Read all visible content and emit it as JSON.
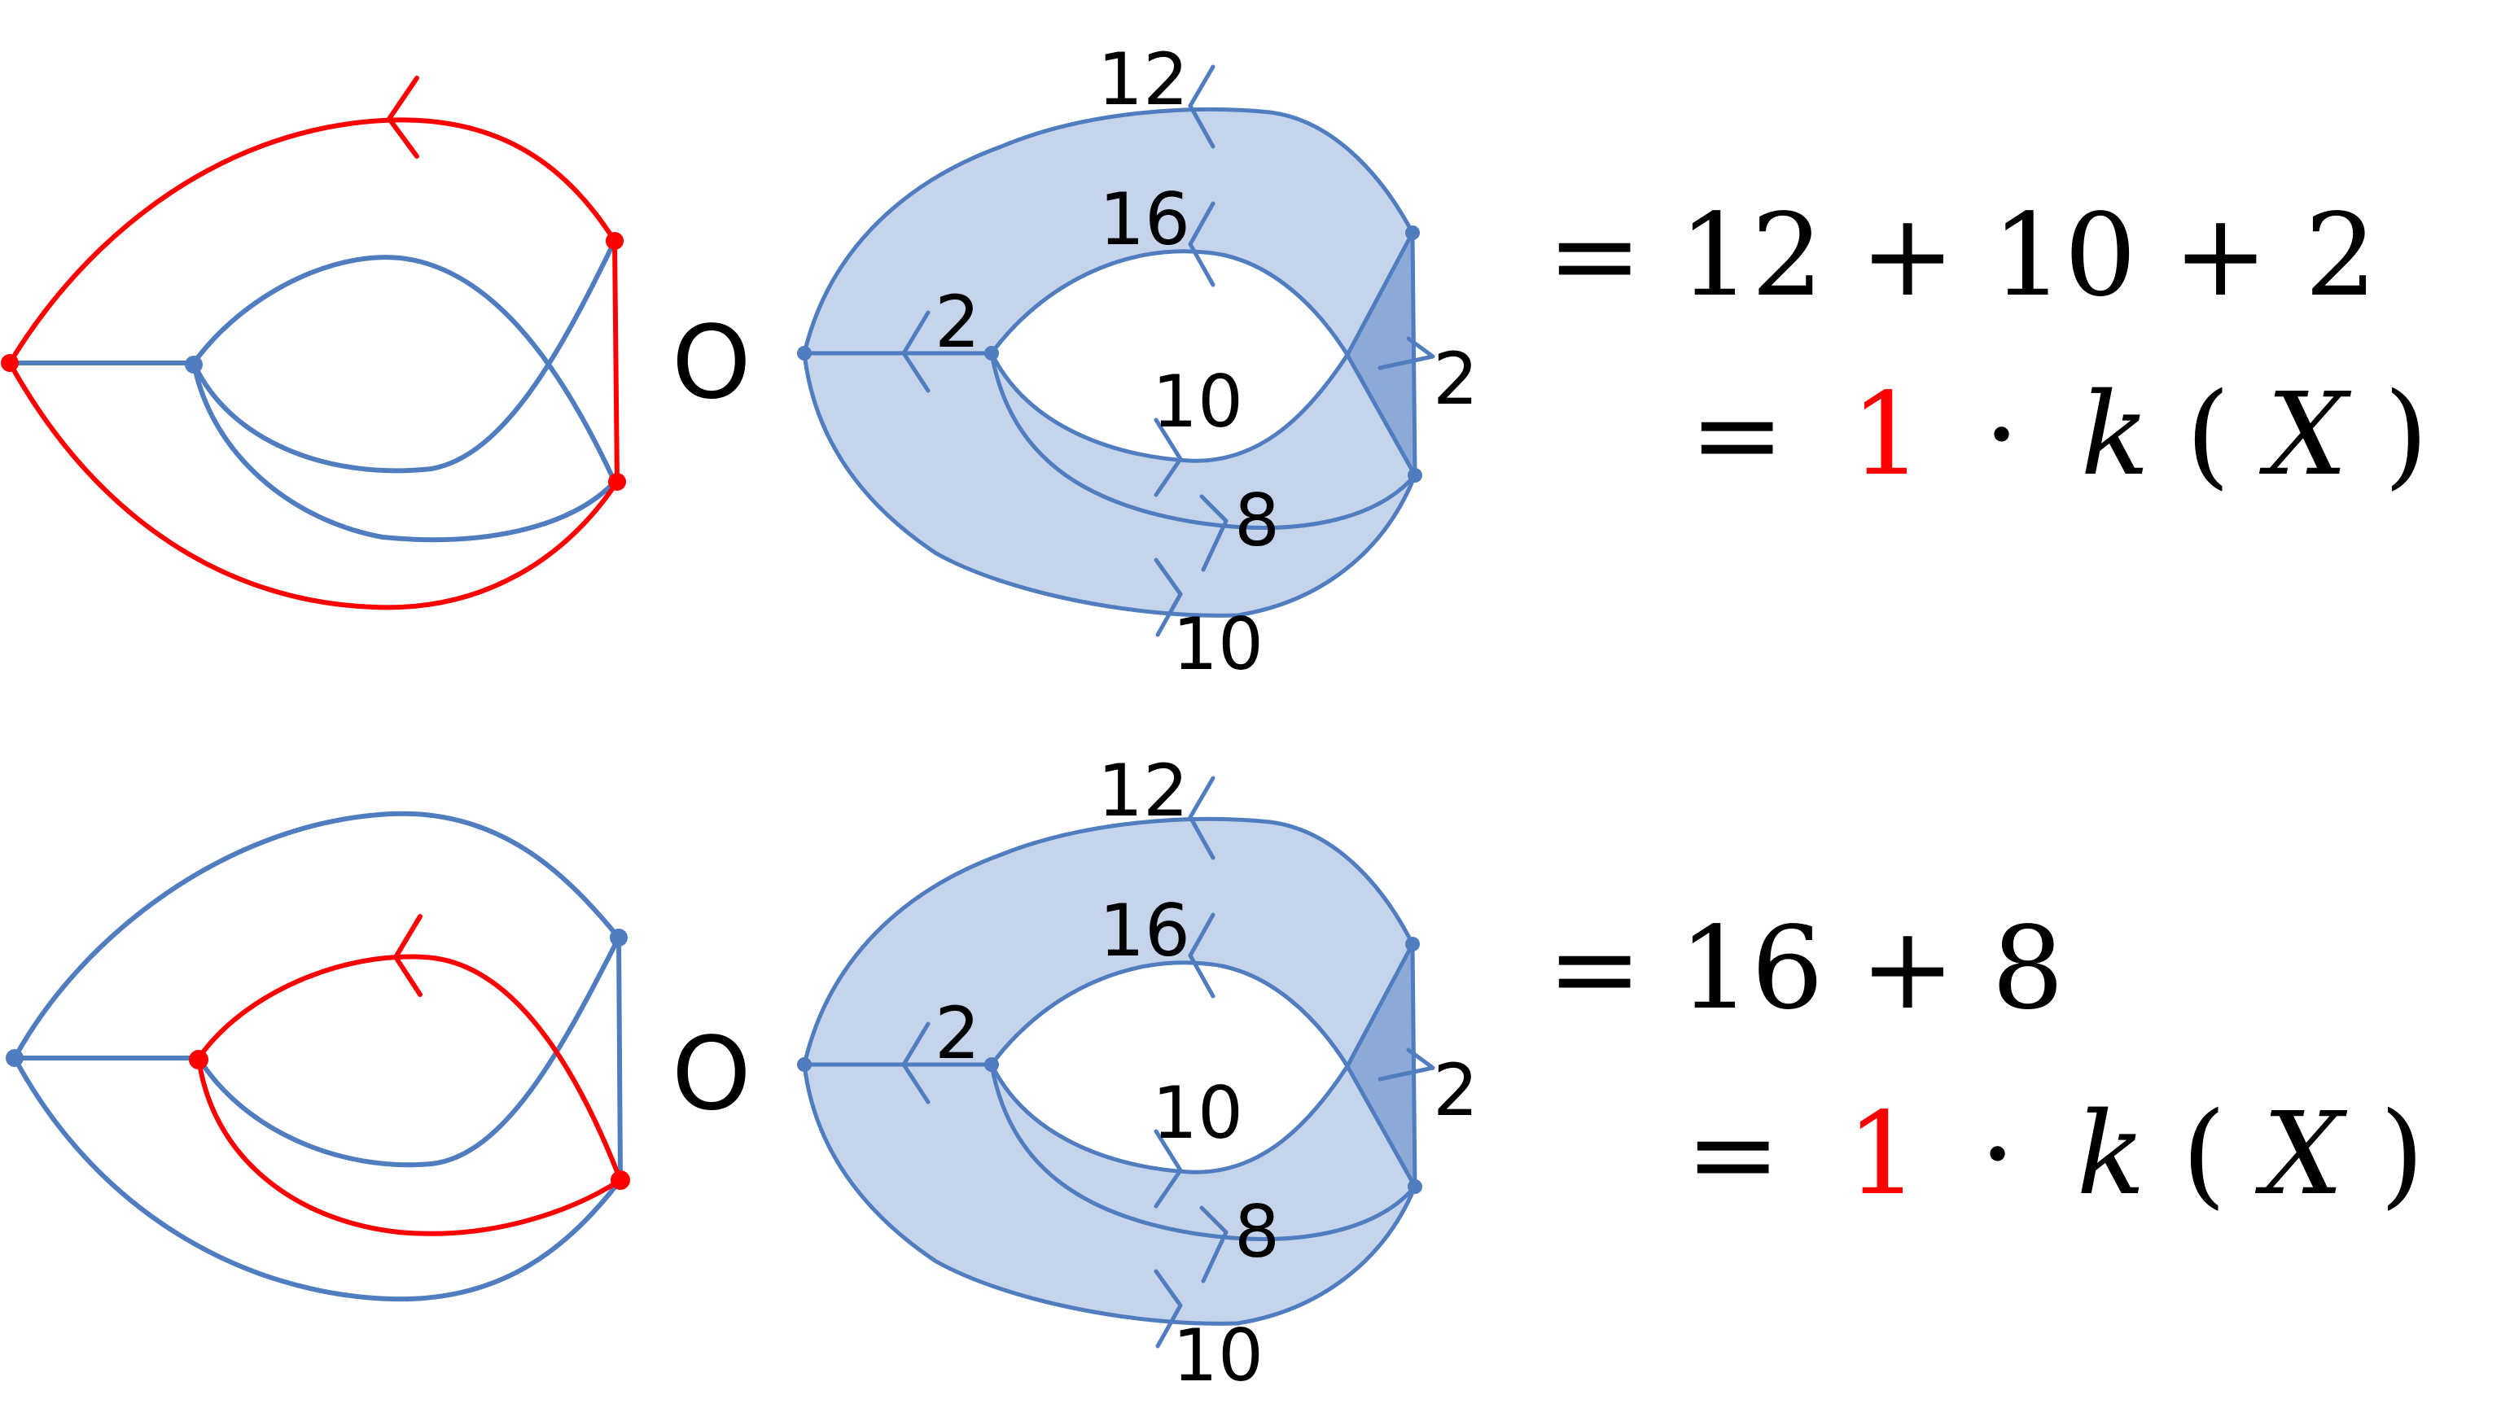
{
  "colors": {
    "blue": "#4F7DC0",
    "red": "#FF0000",
    "fill_light": "#C5D4EA",
    "fill_dark": "#8DA9D7",
    "text": "#000000"
  },
  "operator": "O",
  "rows": [
    {
      "labels": {
        "outer_top": "12",
        "inner_top": "16",
        "left": "2",
        "right": "2",
        "inner_bottom": "10",
        "middle_bottom": "8",
        "outer_bottom": "10"
      },
      "eq1": "= 12 + 10 + 2",
      "eq2_prefix": "=",
      "eq2_coef": "1",
      "eq2_dot": "·",
      "eq2_k": "k",
      "eq2_lp": "(",
      "eq2_X": "X",
      "eq2_rp": ")"
    },
    {
      "labels": {
        "outer_top": "12",
        "inner_top": "16",
        "left": "2",
        "right": "2",
        "inner_bottom": "10",
        "middle_bottom": "8",
        "outer_bottom": "10"
      },
      "eq1": "= 16 + 8",
      "eq2_prefix": "=",
      "eq2_coef": "1",
      "eq2_dot": "·",
      "eq2_k": "k",
      "eq2_lp": "(",
      "eq2_X": "X",
      "eq2_rp": ")"
    }
  ]
}
